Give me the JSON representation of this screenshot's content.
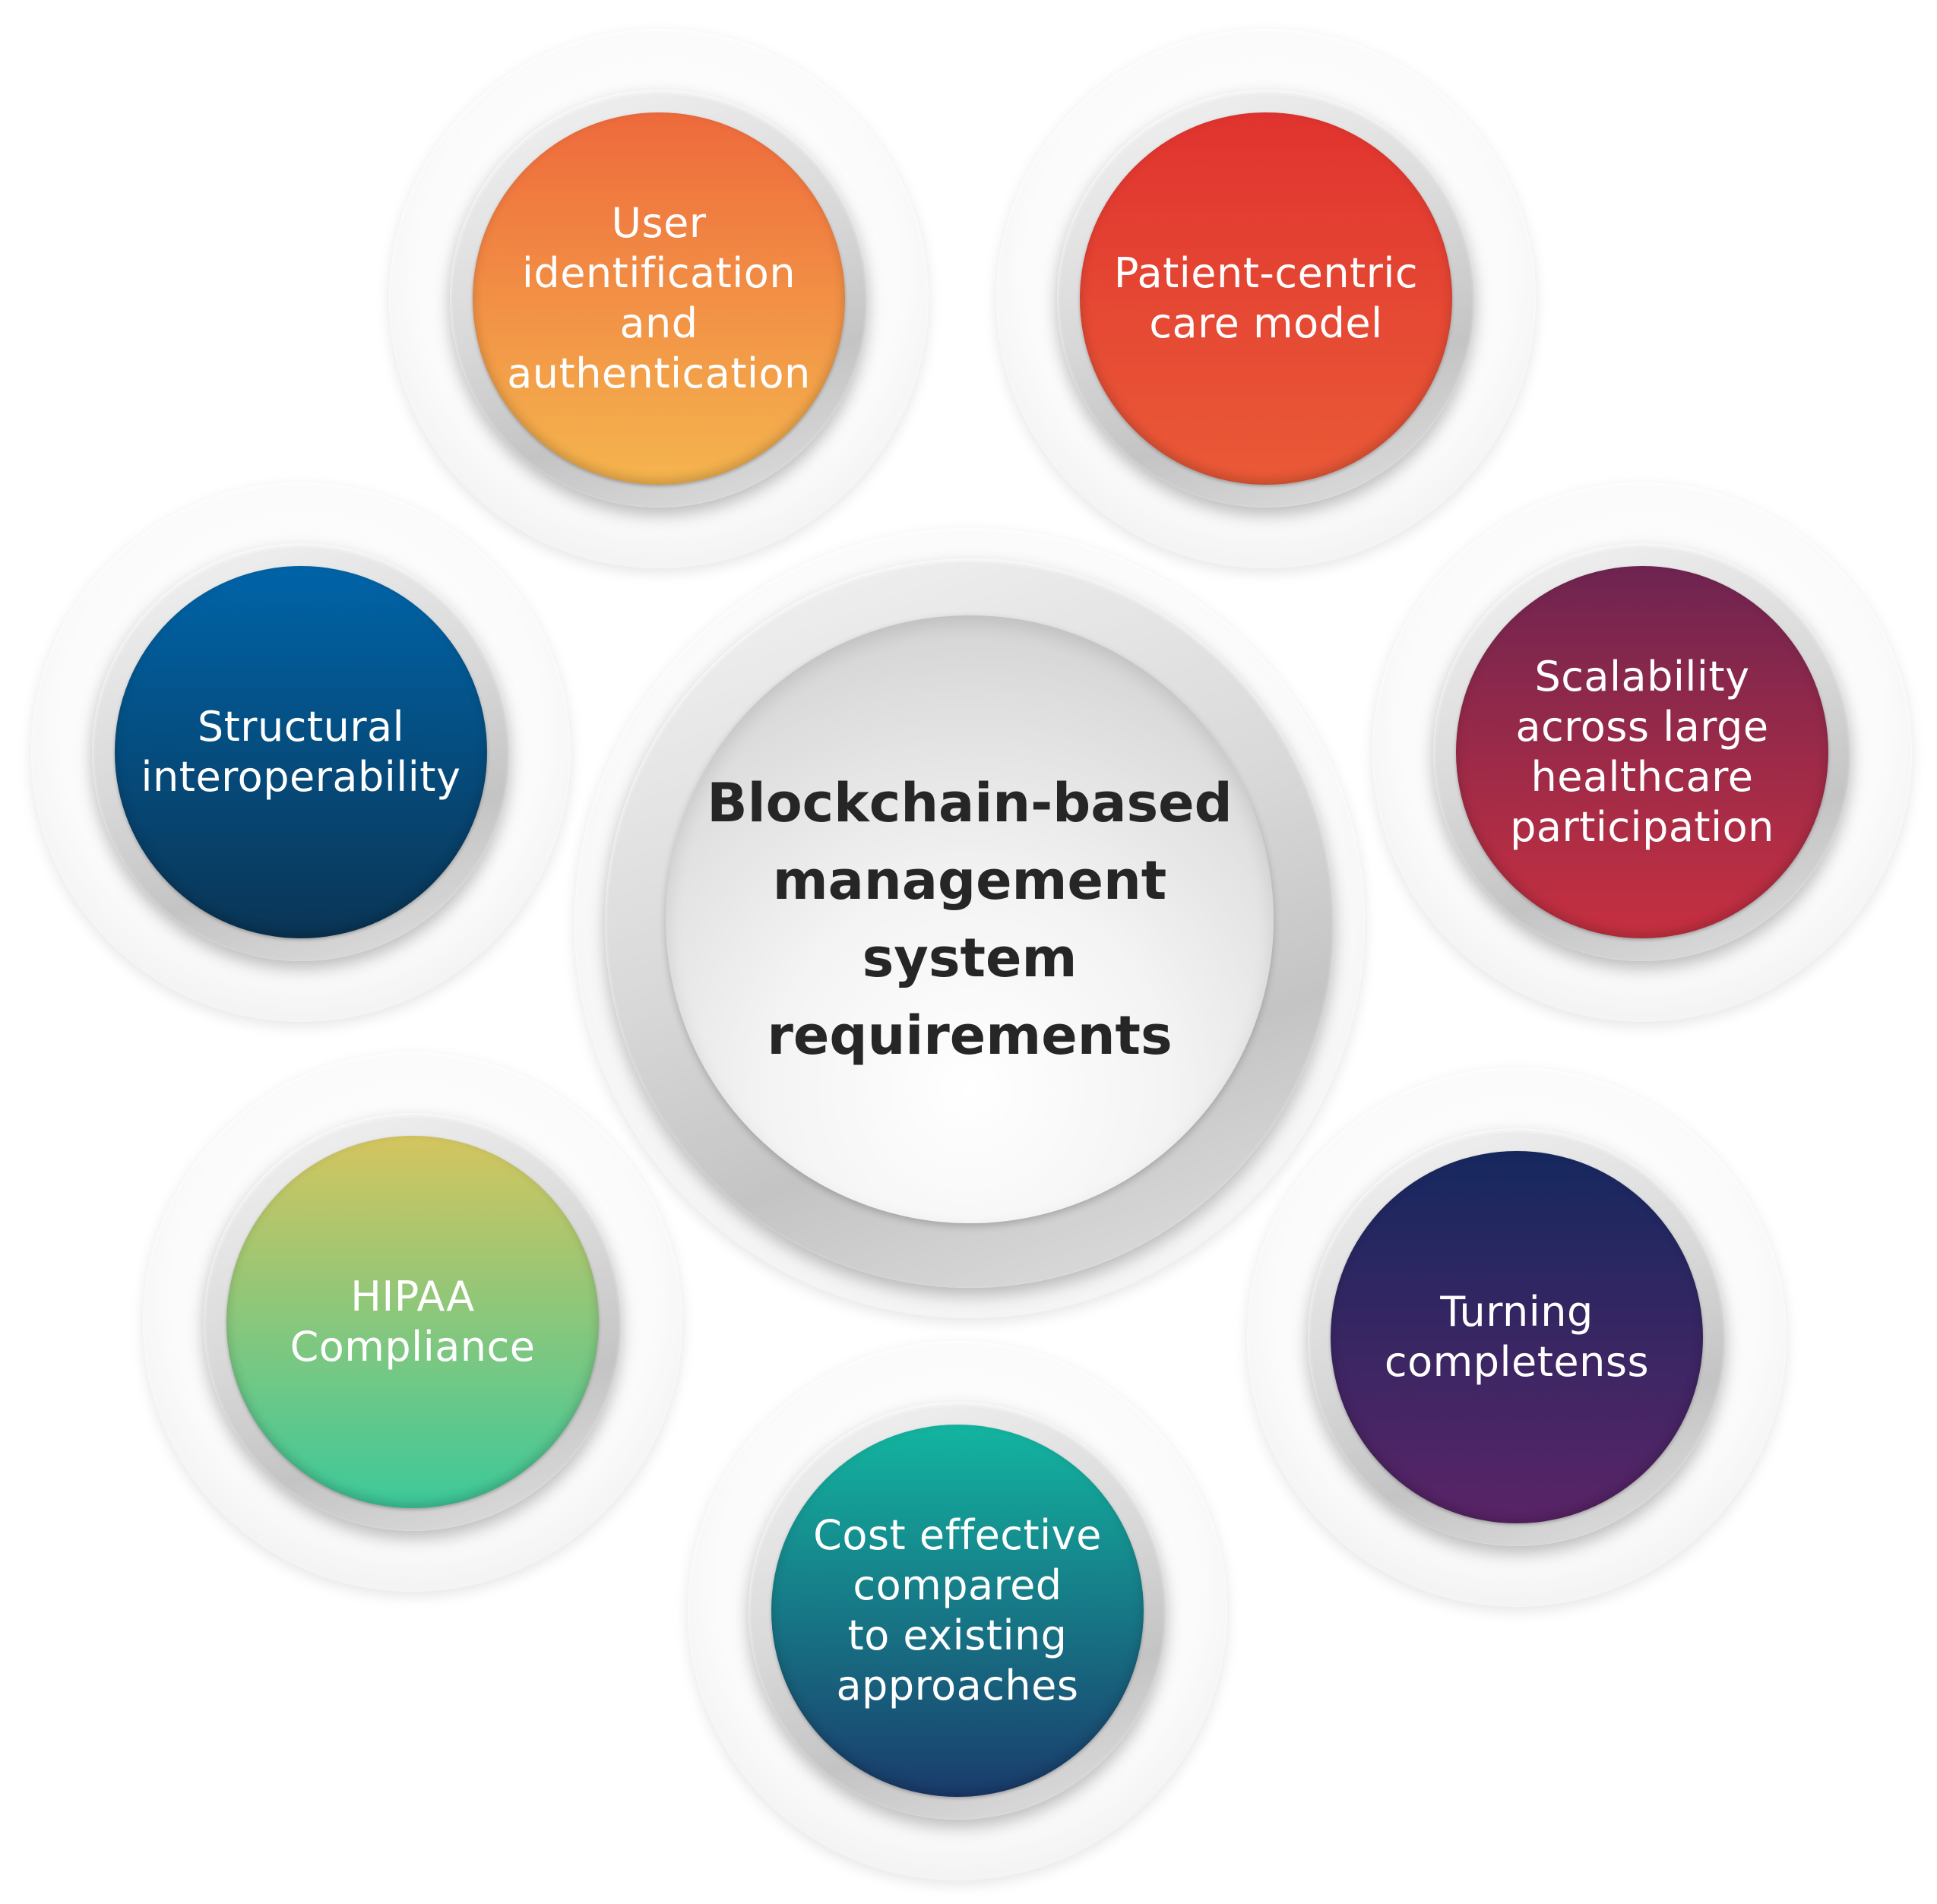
{
  "center": {
    "label": "Blockchain-based\nmanagement system\nrequirements"
  },
  "nodes": [
    {
      "id": "user-auth",
      "label": "User\nidentification\nand\nauthentication",
      "color_top": "#EE6A3C",
      "color_bottom": "#F5B54E"
    },
    {
      "id": "patient-centric",
      "label": "Patient-centric\ncare model",
      "color_top": "#E0332F",
      "color_bottom": "#EA5A37"
    },
    {
      "id": "scalability",
      "label": "Scalability\nacross large\nhealthcare\nparticipation",
      "color_top": "#6E2451",
      "color_bottom": "#C73040"
    },
    {
      "id": "turing",
      "label": "Turning\ncompletenss",
      "color_top": "#16285F",
      "color_bottom": "#5A2467"
    },
    {
      "id": "cost",
      "label": "Cost effective\ncompared\nto existing\napproaches",
      "color_top": "#13B5A0",
      "color_bottom": "#1A3B6C"
    },
    {
      "id": "hipaa",
      "label": "HIPAA\nCompliance",
      "color_top": "#D4C55E",
      "color_bottom": "#3CC99A"
    },
    {
      "id": "structural",
      "label": "Structural\ninteroperability",
      "color_top": "#0064A8",
      "color_bottom": "#0A3555"
    }
  ]
}
